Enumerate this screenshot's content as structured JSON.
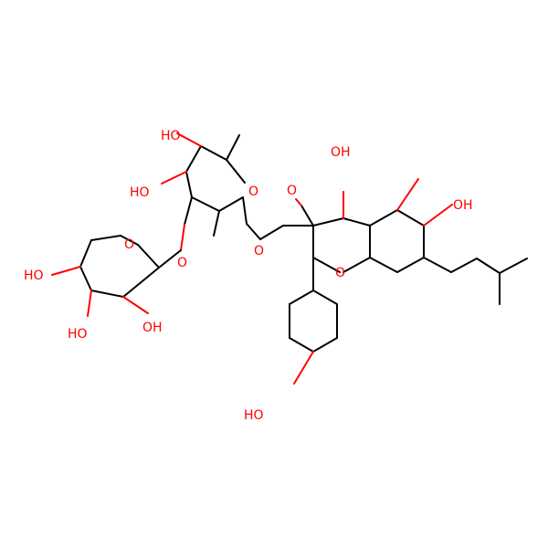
{
  "colors": {
    "background": "#ffffff",
    "carbon_bond": "#000000",
    "oxygen": "#ff0000"
  },
  "labels": {
    "oh_sugar_top": "HO",
    "oh_sugar_mid": "HO",
    "o_ring_rhamnose": "O",
    "o_glycosidic_link": "O",
    "o_glycosidic_aglycone": "O",
    "o_ring_xylose": "O",
    "oh_xylose_left": "HO",
    "oh_xylose_bottom_left": "HO",
    "oh_xylose_bottom_right": "OH",
    "oh_5": "OH",
    "o_carbonyl": "O",
    "oh_7": "OH",
    "o_ring_chromone": "O",
    "oh_phenol": "HO"
  }
}
